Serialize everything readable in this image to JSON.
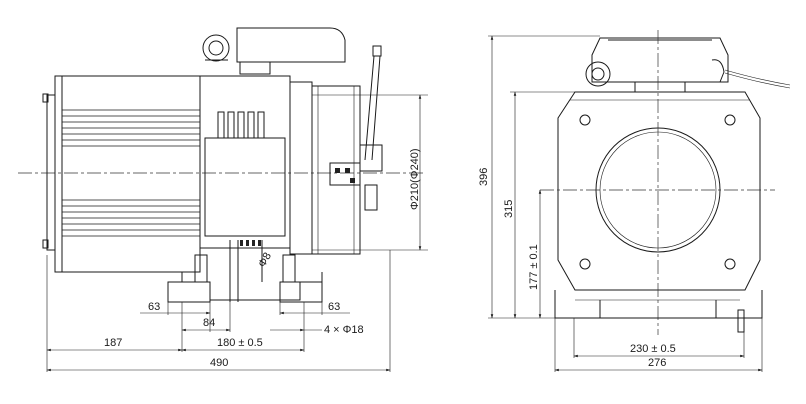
{
  "side_view": {
    "dims": {
      "d_63_left": "63",
      "d_84": "84",
      "d_63_right": "63",
      "d_4x18": "4 × Φ18",
      "d_187": "187",
      "d_180": "180 ± 0.5",
      "d_490": "490",
      "d_phi": "Φ210(Φ240)",
      "d_phi8": "Φ8"
    }
  },
  "front_view": {
    "dims": {
      "d_396": "396",
      "d_315": "315",
      "d_177": "177 ± 0.1",
      "d_230": "230 ± 0.5",
      "d_276": "276"
    }
  }
}
